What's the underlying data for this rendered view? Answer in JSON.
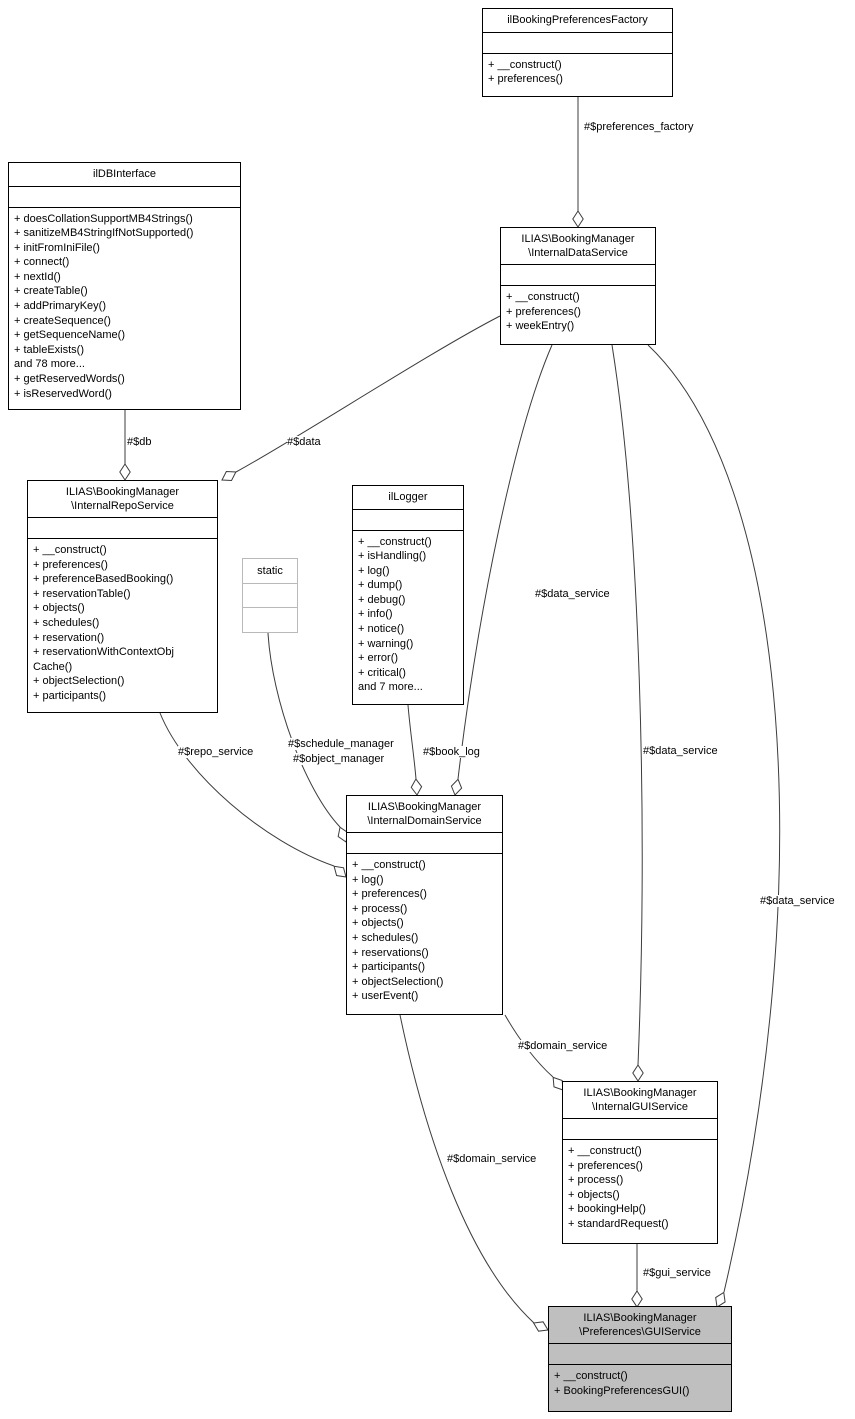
{
  "classes": {
    "factory": {
      "title": [
        "ilBookingPreferencesFactory"
      ],
      "members": [
        "+ __construct()",
        "+ preferences()"
      ]
    },
    "db_interface": {
      "title": [
        "ilDBInterface"
      ],
      "members": [
        "+ doesCollationSupportMB4Strings()",
        "+ sanitizeMB4StringIfNotSupported()",
        "+ initFromIniFile()",
        "+ connect()",
        "+ nextId()",
        "+ createTable()",
        "+ addPrimaryKey()",
        "+ createSequence()",
        "+ getSequenceName()",
        "+ tableExists()",
        "and 78 more...",
        "+ getReservedWords()",
        "+ isReservedWord()"
      ]
    },
    "data_service": {
      "title": [
        "ILIAS\\BookingManager",
        "\\InternalDataService"
      ],
      "members": [
        "+ __construct()",
        "+ preferences()",
        "+ weekEntry()"
      ]
    },
    "repo_service": {
      "title": [
        "ILIAS\\BookingManager",
        "\\InternalRepoService"
      ],
      "members": [
        "+ __construct()",
        "+ preferences()",
        "+ preferenceBasedBooking()",
        "+ reservationTable()",
        "+ objects()",
        "+ schedules()",
        "+ reservation()",
        "+ reservationWithContextObj",
        "Cache()",
        "+ objectSelection()",
        "+ participants()"
      ]
    },
    "static_box": {
      "title": [
        "static"
      ],
      "members": []
    },
    "logger": {
      "title": [
        "ilLogger"
      ],
      "members": [
        "+ __construct()",
        "+ isHandling()",
        "+ log()",
        "+ dump()",
        "+ debug()",
        "+ info()",
        "+ notice()",
        "+ warning()",
        "+ error()",
        "+ critical()",
        "and 7 more..."
      ]
    },
    "domain_service": {
      "title": [
        "ILIAS\\BookingManager",
        "\\InternalDomainService"
      ],
      "members": [
        "+ __construct()",
        "+ log()",
        "+ preferences()",
        "+ process()",
        "+ objects()",
        "+ schedules()",
        "+ reservations()",
        "+ participants()",
        "+ objectSelection()",
        "+ userEvent()"
      ]
    },
    "gui_service": {
      "title": [
        "ILIAS\\BookingManager",
        "\\InternalGUIService"
      ],
      "members": [
        "+ __construct()",
        "+ preferences()",
        "+ process()",
        "+ objects()",
        "+ bookingHelp()",
        "+ standardRequest()"
      ]
    },
    "preferences_gui_service": {
      "title": [
        "ILIAS\\BookingManager",
        "\\Preferences\\GUIService"
      ],
      "members": [
        "+ __construct()",
        "+ BookingPreferencesGUI()"
      ]
    }
  },
  "edge_labels": {
    "preferences_factory": "#$preferences_factory",
    "db": "#$db",
    "data": "#$data",
    "repo_service": "#$repo_service",
    "schedule_manager": "#$schedule_manager",
    "object_manager": "#$object_manager",
    "book_log": "#$book_log",
    "data_service_1": "#$data_service",
    "data_service_2": "#$data_service",
    "data_service_3": "#$data_service",
    "domain_service_1": "#$domain_service",
    "domain_service_2": "#$domain_service",
    "gui_service": "#$gui_service"
  },
  "colors": {
    "node_fill": "#ffffff",
    "node_border": "#000000",
    "current_node_fill": "#bfbfbf",
    "static_node_border": "#b9b9b9",
    "edge": "#3c3c3c",
    "background": "#ffffff"
  }
}
